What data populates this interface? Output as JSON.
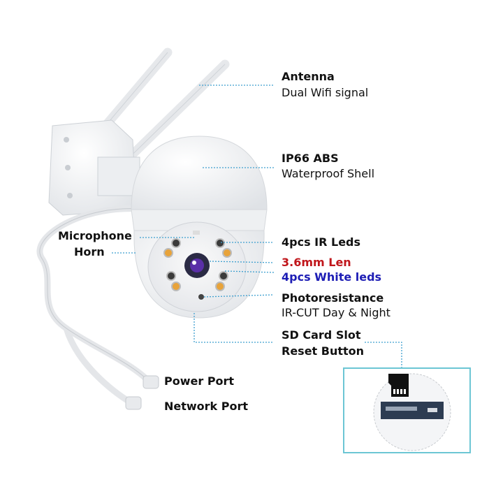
{
  "labels": {
    "antenna": {
      "title": "Antenna",
      "subtitle": "Dual Wifi signal"
    },
    "shell": {
      "title": "IP66 ABS",
      "subtitle": "Waterproof Shell"
    },
    "ir_leds": {
      "title": "4pcs IR Leds"
    },
    "lens": {
      "title": "3.6mm Len"
    },
    "white_leds": {
      "title": "4pcs White leds"
    },
    "photoresistance": {
      "title": "Photoresistance",
      "subtitle": "IR-CUT Day & Night"
    },
    "sd_card": {
      "title": "SD Card Slot",
      "subtitle": "Reset Button"
    },
    "microphone": {
      "line1": "Microphone",
      "line2": "Horn"
    },
    "power_port": {
      "title": "Power Port"
    },
    "network_port": {
      "title": "Network Port"
    }
  },
  "colors": {
    "leader_line": "#3d9fcf",
    "lens_label": "#c0161b",
    "white_leds_label": "#1d1db5",
    "inset_border": "#6cc6d4"
  }
}
